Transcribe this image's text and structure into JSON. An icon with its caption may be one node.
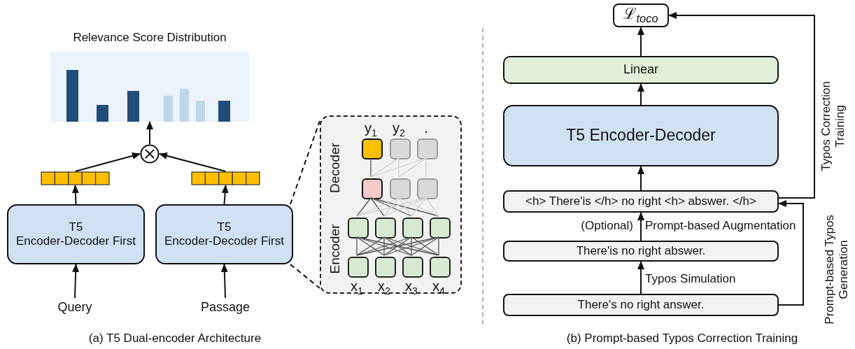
{
  "diagram": {
    "nodes": [
      {
        "text": [
          "Relevance Score Distribution"
        ]
      },
      {
        "text": [],
        "shape": "circle"
      },
      {
        "text": [],
        "shape": "bar"
      },
      {
        "text": [],
        "shape": "bar"
      },
      {
        "text": [
          "T5",
          "Encoder-Decoder First"
        ]
      },
      {
        "text": [
          "T5",
          "Encoder-Decoder First"
        ]
      },
      {
        "text": [
          "Query"
        ]
      },
      {
        "text": [
          "Passage"
        ]
      },
      {
        "text": [
          "Decoder",
          "Encoder"
        ]
      },
      {
        "text": [],
        "shape": "box",
        "in": 8
      },
      {
        "text": [],
        "shape": "box",
        "in": 8
      },
      {
        "text": [],
        "shape": "box",
        "in": 8
      },
      {
        "text": [],
        "shape": "box",
        "in": 8
      },
      {
        "text": [],
        "shape": "box",
        "in": 8
      },
      {
        "text": [],
        "shape": "box",
        "in": 8
      },
      {
        "text": [],
        "shape": "box",
        "in": 8
      },
      {
        "text": [],
        "shape": "box",
        "in": 8
      },
      {
        "text": [],
        "shape": "box",
        "in": 8
      },
      {
        "text": [],
        "shape": "box",
        "in": 8
      },
      {
        "text": [],
        "shape": "box",
        "in": 8
      },
      {
        "text": [],
        "shape": "box",
        "in": 8
      },
      {
        "text": [],
        "shape": "box",
        "in": 8
      },
      {
        "text": [],
        "shape": "box",
        "in": 8
      },
      {
        "text": [
          "ℒ$_{toco}$"
        ]
      },
      {
        "text": [
          "Linear"
        ]
      },
      {
        "text": [
          "T5 Encoder-Decoder"
        ]
      },
      {
        "text": [
          "<h> There'is </h> no right <h> abswer. </h>"
        ]
      },
      {
        "text": [
          "There'is no right abswer."
        ]
      },
      {
        "text": [
          "There's no right answer."
        ]
      }
    ],
    "edges": [
      {
        "from": 6,
        "to": 4,
        "arrow": "to"
      },
      {
        "from": 7,
        "to": 5,
        "arrow": "to"
      },
      {
        "from": 4,
        "to": 2,
        "arrow": "to"
      },
      {
        "from": 5,
        "to": 3,
        "arrow": "to"
      },
      {
        "from": 2,
        "to": 1,
        "arrow": "to"
      },
      {
        "from": 3,
        "to": 1,
        "arrow": "to"
      },
      {
        "from": 1,
        "to": 0,
        "arrow": "to"
      },
      {
        "from": 5,
        "to": 8,
        "arrow": "none",
        "style": "dashed"
      },
      {
        "from": 5,
        "to": 8,
        "arrow": "none",
        "style": "dashed"
      },
      {
        "from": 19,
        "to": 15,
        "arrow": "none",
        "color": "#555555"
      },
      {
        "from": 19,
        "to": 16,
        "arrow": "none",
        "color": "#555555"
      },
      {
        "from": 19,
        "to": 17,
        "arrow": "none",
        "color": "#555555"
      },
      {
        "from": 19,
        "to": 18,
        "arrow": "none",
        "color": "#555555"
      },
      {
        "from": 20,
        "to": 15,
        "arrow": "none",
        "color": "#555555"
      },
      {
        "from": 20,
        "to": 16,
        "arrow": "none",
        "color": "#555555"
      },
      {
        "from": 20,
        "to": 17,
        "arrow": "none",
        "color": "#555555"
      },
      {
        "from": 20,
        "to": 18,
        "arrow": "none",
        "color": "#555555"
      },
      {
        "from": 21,
        "to": 15,
        "arrow": "none",
        "color": "#555555"
      },
      {
        "from": 21,
        "to": 16,
        "arrow": "none",
        "color": "#555555"
      },
      {
        "from": 21,
        "to": 17,
        "arrow": "none",
        "color": "#555555"
      },
      {
        "from": 21,
        "to": 18,
        "arrow": "none",
        "color": "#555555"
      },
      {
        "from": 22,
        "to": 15,
        "arrow": "none",
        "color": "#555555"
      },
      {
        "from": 22,
        "to": 16,
        "arrow": "none",
        "color": "#555555"
      },
      {
        "from": 22,
        "to": 17,
        "arrow": "none",
        "color": "#555555"
      },
      {
        "from": 22,
        "to": 18,
        "arrow": "none",
        "color": "#555555"
      },
      {
        "from": 15,
        "to": 12,
        "arrow": "none",
        "color": "#555555"
      },
      {
        "from": 16,
        "to": 12,
        "arrow": "none",
        "color": "#555555"
      },
      {
        "from": 17,
        "to": 12,
        "arrow": "none",
        "color": "#555555"
      },
      {
        "from": 18,
        "to": 12,
        "arrow": "none",
        "color": "#555555"
      },
      {
        "from": 15,
        "to": 13,
        "arrow": "none",
        "color": "#d0d0d0"
      },
      {
        "from": 16,
        "to": 13,
        "arrow": "none",
        "color": "#d0d0d0"
      },
      {
        "from": 17,
        "to": 13,
        "arrow": "none",
        "color": "#d0d0d0"
      },
      {
        "from": 18,
        "to": 13,
        "arrow": "none",
        "color": "#d0d0d0"
      },
      {
        "from": 15,
        "to": 14,
        "arrow": "none",
        "color": "#d0d0d0"
      },
      {
        "from": 16,
        "to": 14,
        "arrow": "none",
        "color": "#d0d0d0"
      },
      {
        "from": 17,
        "to": 14,
        "arrow": "none",
        "color": "#d0d0d0"
      },
      {
        "from": 18,
        "to": 14,
        "arrow": "none",
        "color": "#d0d0d0"
      },
      {
        "from": 12,
        "to": 9,
        "arrow": "none",
        "color": "#555555"
      },
      {
        "from": 12,
        "to": 10,
        "arrow": "none",
        "color": "#d0d0d0"
      },
      {
        "from": 12,
        "to": 11,
        "arrow": "none",
        "color": "#d0d0d0"
      },
      {
        "from": 13,
        "to": 10,
        "arrow": "none",
        "color": "#d0d0d0"
      },
      {
        "from": 13,
        "to": 11,
        "arrow": "none",
        "color": "#d0d0d0"
      },
      {
        "from": 14,
        "to": 11,
        "arrow": "none",
        "color": "#d0d0d0"
      },
      {
        "from": 27,
        "to": 26,
        "arrow": "to",
        "label": "Prompt-based Augmentation"
      },
      {
        "from": 28,
        "to": 27,
        "arrow": "to",
        "label": "Typos Simulation"
      },
      {
        "from": 26,
        "to": 25,
        "arrow": "to"
      },
      {
        "from": 25,
        "to": 24,
        "arrow": "to"
      },
      {
        "from": 24,
        "to": 23,
        "arrow": "to"
      },
      {
        "from": 26,
        "to": 23,
        "arrow": "to",
        "label": "Typos Correction Training"
      },
      {
        "from": 28,
        "to": 26,
        "arrow": "to",
        "label": "Prompt-based Typos Generation"
      }
    ],
    "labels": [
      "y$_{1}$",
      "y$_{2}$",
      ".",
      "x$_{1}$",
      "x$_{2}$",
      "x$_{3}$",
      "x$_{4}$",
      "(Optional)",
      "(a) T5 Dual-encoder Architecture",
      "(b) Prompt-based Typos Correction Training"
    ]
  }
}
